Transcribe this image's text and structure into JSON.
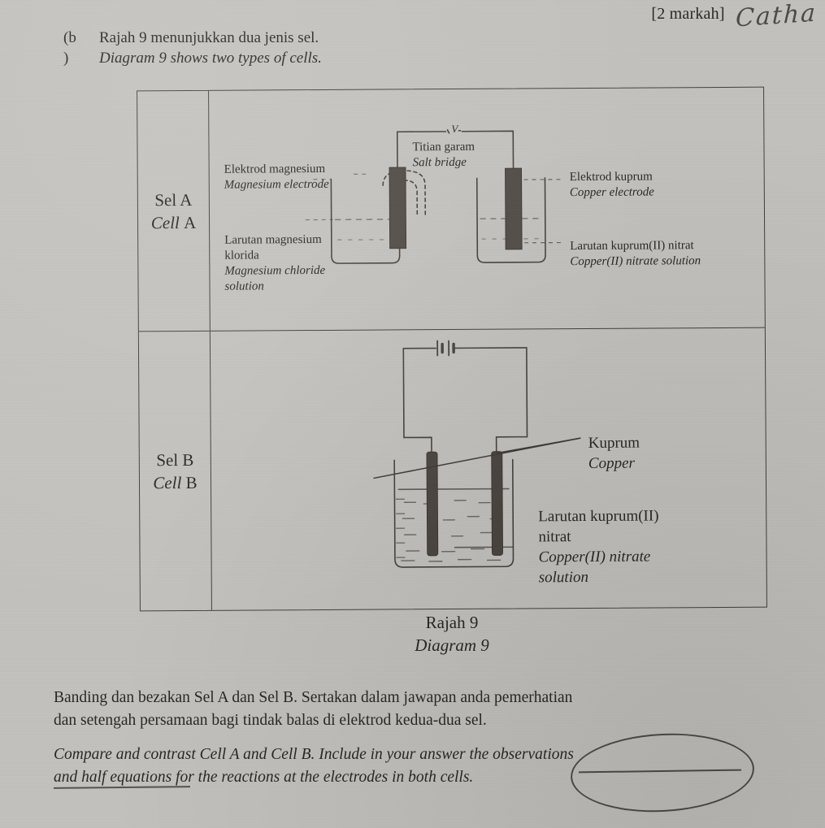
{
  "header": {
    "marks": "[2 markah]",
    "handwriting_annotation": "Catha"
  },
  "question": {
    "number": "(b",
    "number_close": ")",
    "stem_bm": "Rajah 9 menunjukkan dua jenis sel.",
    "stem_en": "Diagram 9 shows two types of cells."
  },
  "table": {
    "rows": [
      {
        "name_bm": "Sel A",
        "name_en_italic": "Cell",
        "name_en_letter": "A",
        "labels": {
          "electrode_left_bm": "Elektrod magnesium",
          "electrode_left_en": "Magnesium electrode",
          "solution_left_bm_l1": "Larutan magnesium",
          "solution_left_bm_l2": "klorida",
          "solution_left_en_l1": "Magnesium chloride",
          "solution_left_en_l2": "solution",
          "salt_bridge_bm": "Titian garam",
          "salt_bridge_en": "Salt bridge",
          "electrode_right_bm": "Elektrod kuprum",
          "electrode_right_en": "Copper electrode",
          "solution_right_bm": "Larutan kuprum(II) nitrat",
          "solution_right_en": "Copper(II) nitrate solution",
          "voltmeter_symbol": "V"
        }
      },
      {
        "name_bm": "Sel B",
        "name_en_italic": "Cell",
        "name_en_letter": "B",
        "labels": {
          "electrode_bm": "Kuprum",
          "electrode_en": "Copper",
          "solution_bm_l1": "Larutan kuprum(II)",
          "solution_bm_l2": "nitrat",
          "solution_en_l1": "Copper(II) nitrate",
          "solution_en_l2": "solution"
        }
      }
    ]
  },
  "caption": {
    "bm": "Rajah 9",
    "en": "Diagram 9"
  },
  "footer": {
    "bm_l1": "Banding dan bezakan Sel A dan Sel B. Sertakan dalam jawapan anda pemerhatian",
    "bm_l2": "dan setengah persamaan bagi tindak balas di elektrod kedua-dua sel.",
    "en_l1": "Compare and contrast Cell A and Cell B. Include in your answer the observations",
    "en_l2": "and half equations for the reactions at the electrodes in both cells."
  },
  "colors": {
    "paper": "#c3c1bd",
    "ink": "#2a2724",
    "line": "#43403c",
    "electrode": "#4b4540"
  }
}
